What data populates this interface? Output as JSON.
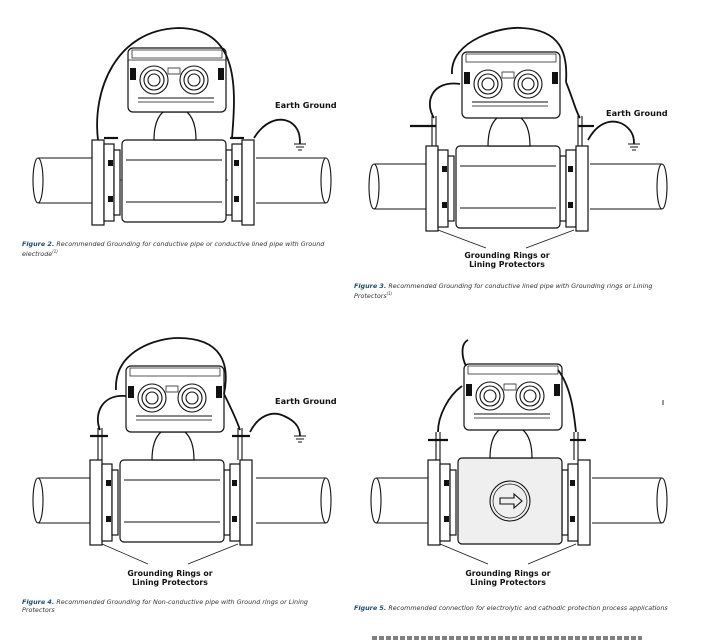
{
  "figures": [
    {
      "id": "fig2",
      "number": "Figure 2.",
      "caption": "Recommended Grounding for conductive pipe or conductive lined pipe with Ground electrode",
      "footnote_mark": "(1)",
      "earth_label": "Earth Ground",
      "rings_label_line1": "",
      "rings_label_line2": ""
    },
    {
      "id": "fig3",
      "number": "Figure 3.",
      "caption": "Recommended Grounding for conductive lined pipe with Grounding rings or Lining Protectors",
      "footnote_mark": "(1)",
      "earth_label": "Earth Ground",
      "rings_label_line1": "Grounding Rings or",
      "rings_label_line2": "Lining Protectors"
    },
    {
      "id": "fig4",
      "number": "Figure 4.",
      "caption": "Recommended Grounding for Non-conductive pipe with Ground rings or Lining Protectors",
      "footnote_mark": "",
      "earth_label": "Earth Ground",
      "rings_label_line1": "Grounding Rings or",
      "rings_label_line2": "Lining Protectors"
    },
    {
      "id": "fig5",
      "number": "Figure 5.",
      "caption": "Recommended connection for electrolytic and cathodic protection process applications",
      "footnote_mark": "",
      "earth_label": "",
      "rings_label_line1": "Grounding Rings or",
      "rings_label_line2": "Lining Protectors"
    }
  ]
}
